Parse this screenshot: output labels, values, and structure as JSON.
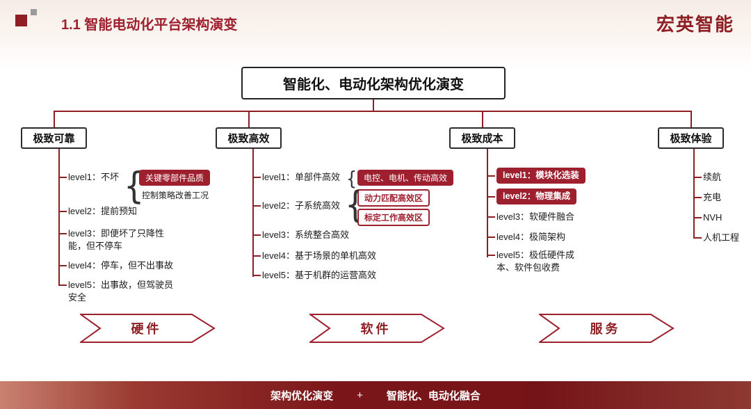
{
  "header": {
    "title": "1.1 智能电动化平台架构演变",
    "brand": "宏英智能"
  },
  "colors": {
    "accent": "#9e1f2e",
    "line": "#8e1f24"
  },
  "diagram": {
    "root": "智能化、电动化架构优化演变",
    "branches": [
      {
        "label": "极致可靠",
        "items": [
          {
            "text": "level1：不坏"
          },
          {
            "text": "level2：提前预知"
          },
          {
            "text": "level3：即便坏了只降性能，但不停车"
          },
          {
            "text": "level4：停车，但不出事故"
          },
          {
            "text": "level5：出事故，但驾驶员安全"
          }
        ],
        "callouts": [
          {
            "text": "关键零部件品质",
            "style": "filled"
          },
          {
            "text": "控制策略改善工况",
            "style": "plain"
          }
        ]
      },
      {
        "label": "极致高效",
        "items": [
          {
            "text": "level1：单部件高效"
          },
          {
            "text": "level2：子系统高效"
          },
          {
            "text": "level3：系统整合高效"
          },
          {
            "text": "level4：基于场景的单机高效"
          },
          {
            "text": "level5：基于机群的运营高效"
          }
        ],
        "callouts": [
          {
            "text": "电控、电机、传动高效",
            "style": "filled"
          },
          {
            "text": "动力匹配高效区",
            "style": "outlined"
          },
          {
            "text": "标定工作高效区",
            "style": "outlined"
          }
        ]
      },
      {
        "label": "极致成本",
        "items": [
          {
            "text": "level1：模块化选装",
            "style": "filled"
          },
          {
            "text": "level2：物理集成",
            "style": "filled"
          },
          {
            "text": "level3：软硬件融合"
          },
          {
            "text": "level4：极简架构"
          },
          {
            "text": "level5：极低硬件成本、软件包收费"
          }
        ]
      },
      {
        "label": "极致体验",
        "items": [
          {
            "text": "续航"
          },
          {
            "text": "充电"
          },
          {
            "text": "NVH"
          },
          {
            "text": "人机工程"
          }
        ]
      }
    ]
  },
  "arrows": [
    {
      "label": "硬件"
    },
    {
      "label": "软件"
    },
    {
      "label": "服务"
    }
  ],
  "footer": {
    "left": "架构优化演变",
    "separator": "+",
    "right": "智能化、电动化融合"
  }
}
